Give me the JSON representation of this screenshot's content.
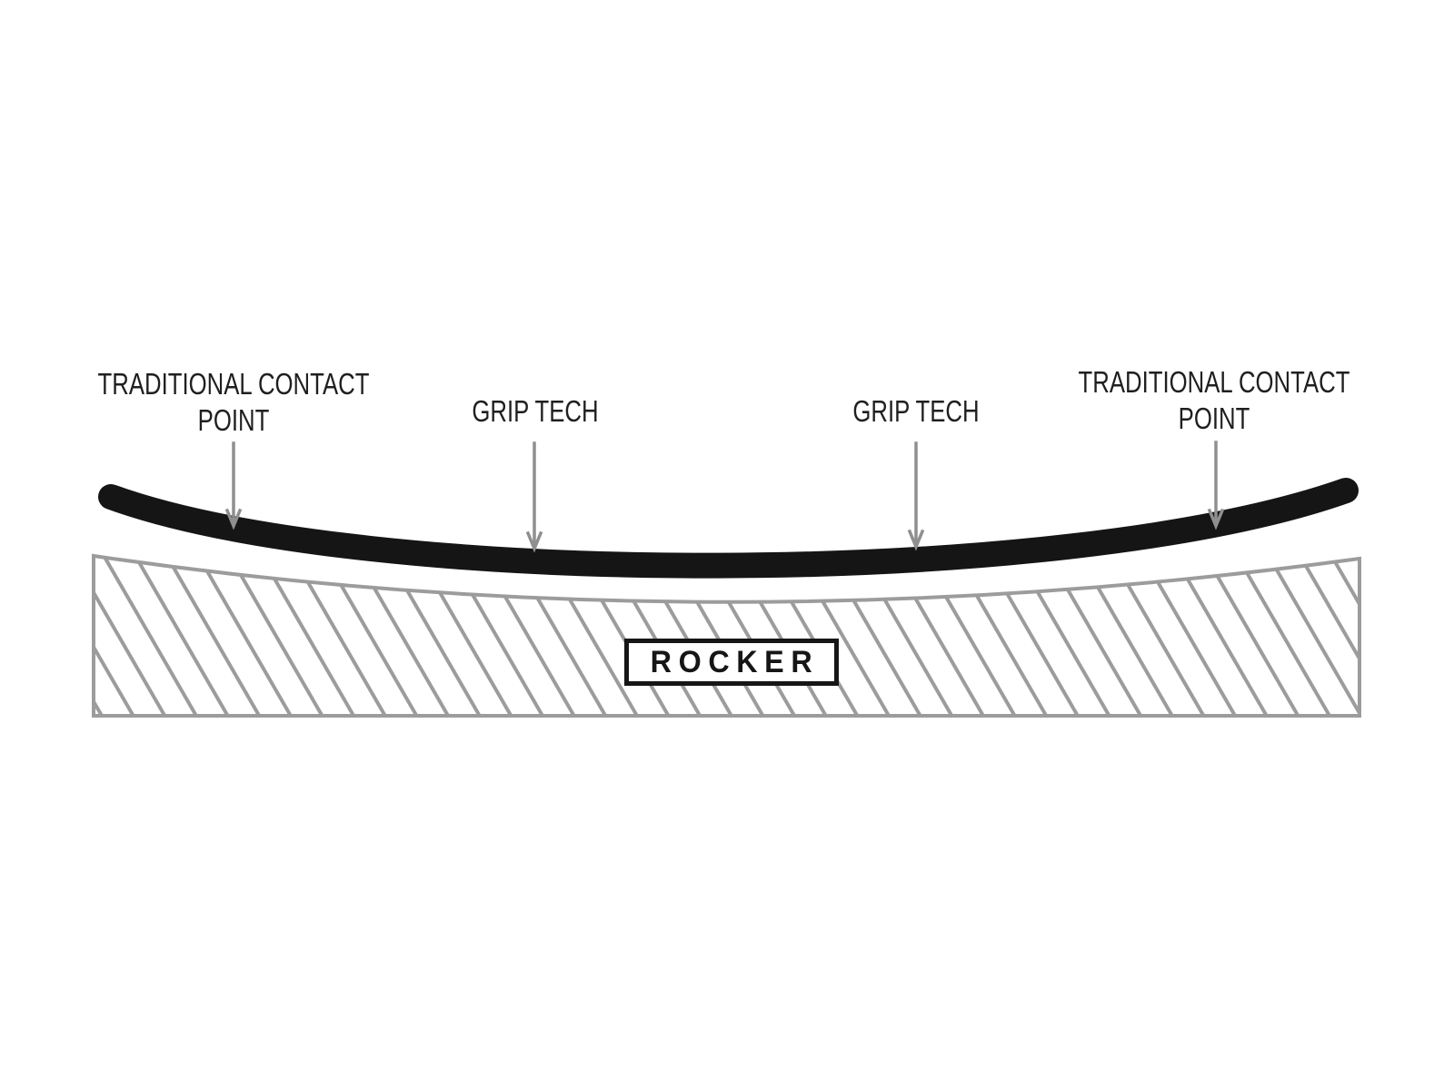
{
  "diagram": {
    "type": "rocker-profile",
    "labels": {
      "contact_left_line1": "TRADITIONAL CONTACT",
      "contact_left_line2": "POINT",
      "grip_left": "GRIP TECH",
      "grip_right": "GRIP TECH",
      "contact_right_line1": "TRADITIONAL CONTACT",
      "contact_right_line2": "POINT",
      "rocker": "ROCKER"
    },
    "colors": {
      "background": "#ffffff",
      "board": "#151515",
      "arrow": "#8f8f8f",
      "hatch": "#9c9c9c",
      "base_outline": "#9c9c9c",
      "label_text": "#1f1f1f",
      "rocker_box_border": "#161616",
      "rocker_box_background": "#ffffff"
    }
  }
}
